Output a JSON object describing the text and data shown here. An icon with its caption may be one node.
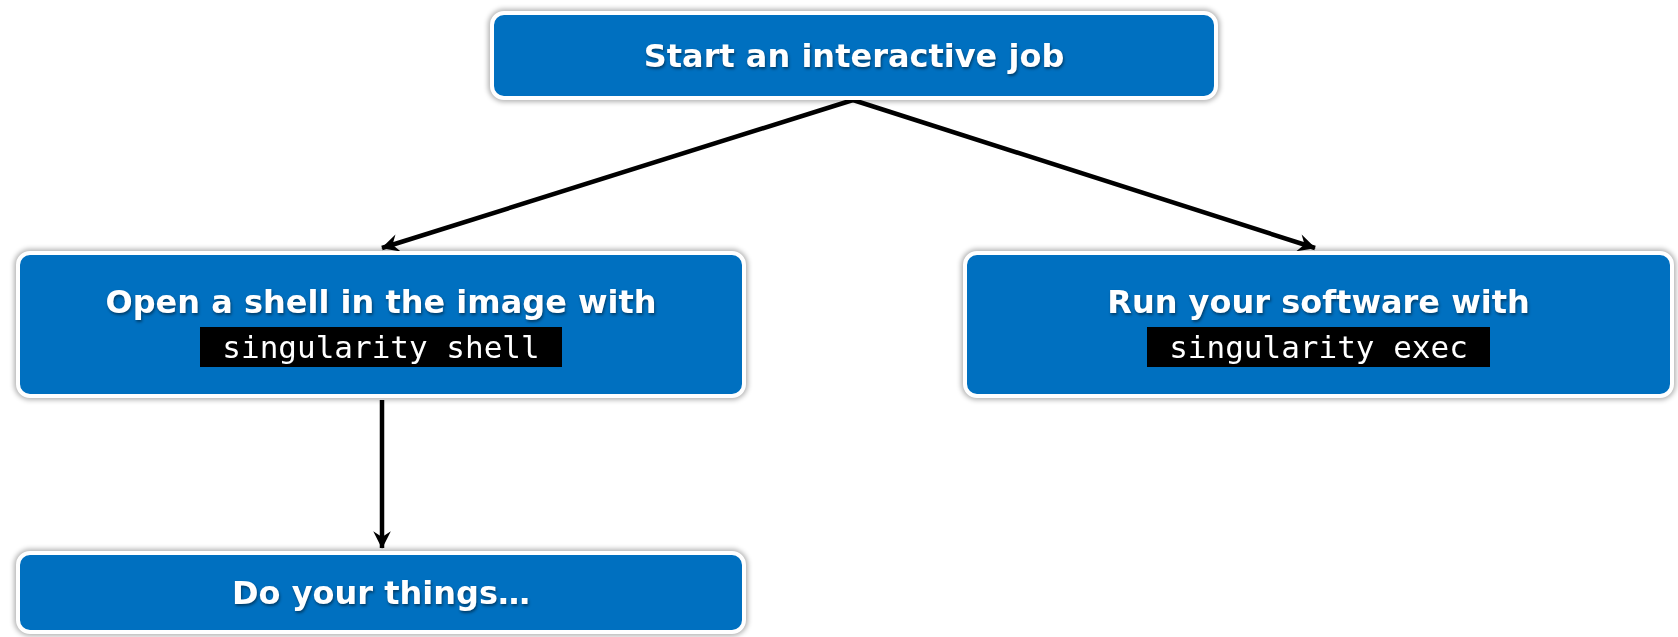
{
  "diagram": {
    "nodes": [
      {
        "text": [
          "Start an interactive job"
        ]
      },
      {
        "text": [
          "Open a shell in the image with",
          "singularity shell"
        ]
      },
      {
        "text": [
          "Run your software with",
          "singularity exec"
        ]
      },
      {
        "text": [
          "Do your things…"
        ]
      }
    ],
    "edges": [
      {
        "from": 0,
        "to": 1,
        "arrow": "to"
      },
      {
        "from": 0,
        "to": 2,
        "arrow": "to"
      },
      {
        "from": 1,
        "to": 3,
        "arrow": "to"
      }
    ]
  }
}
